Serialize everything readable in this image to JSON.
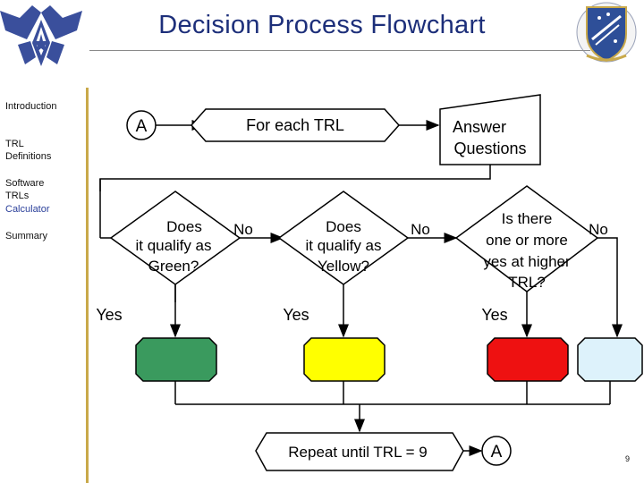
{
  "title": "Decision Process Flowchart",
  "page_number": "9",
  "sidebar": {
    "items": [
      {
        "label": "Introduction"
      },
      {
        "label": "TRL\nDefinitions"
      },
      {
        "label": "Software\nTRLs"
      },
      {
        "label": "Calculator",
        "active": true
      },
      {
        "label": "Summary"
      }
    ]
  },
  "flow": {
    "start_connector": "A",
    "loop_label": "For each TRL",
    "answer_label": [
      "Answer",
      "Questions"
    ],
    "decisions": [
      {
        "lines": [
          "Does",
          "it qualify as",
          "Green?"
        ],
        "no": "No",
        "yes": "Yes",
        "color": "#3a9a5e"
      },
      {
        "lines": [
          "Does",
          "it qualify as",
          "Yellow?"
        ],
        "no": "No",
        "yes": "Yes",
        "color": "#ffff00"
      },
      {
        "lines": [
          "Is there",
          "one or more",
          "yes at higher",
          "TRL?"
        ],
        "no": "No",
        "yes": "Yes",
        "color": "#ee1111"
      }
    ],
    "final_color": "#ddf2fb",
    "repeat_label": "Repeat until TRL = 9",
    "end_connector": "A"
  },
  "colors": {
    "title": "#1d2f7a",
    "sidebar_rule": "#c9a94a",
    "active_nav": "#2a3f9a"
  },
  "icons": [
    "air-force-wings-logo",
    "command-shield-emblem"
  ]
}
